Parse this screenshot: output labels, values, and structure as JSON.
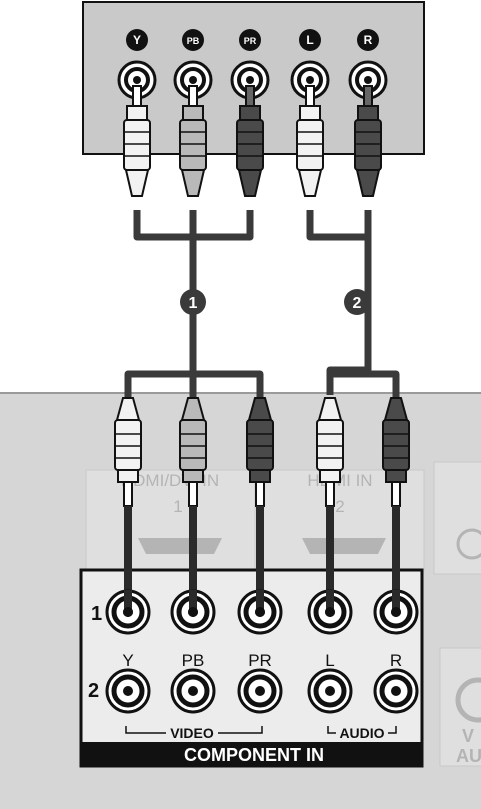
{
  "source_panel": {
    "jacks": [
      {
        "label": "Y",
        "plug_color": "#f2f2f2"
      },
      {
        "label": "PB",
        "plug_color": "#b9b9b9"
      },
      {
        "label": "PR",
        "plug_color": "#4a4a4a"
      },
      {
        "label": "L",
        "plug_color": "#f2f2f2"
      },
      {
        "label": "R",
        "plug_color": "#4a4a4a"
      }
    ]
  },
  "cable_markers": [
    "1",
    "2"
  ],
  "tv_panel": {
    "hdmi_labels": [
      "HDMI/DVI IN",
      "HDMI IN"
    ],
    "hdmi_numbers": [
      "1",
      "2"
    ],
    "row_numbers": [
      "1",
      "2"
    ],
    "jack_labels": [
      "Y",
      "PB",
      "PR",
      "L",
      "R"
    ],
    "group_labels": {
      "video": "VIDEO",
      "audio": "AUDIO"
    },
    "section_title": "COMPONENT IN",
    "side_label": "V\nAU"
  },
  "colors": {
    "panel_gray": "#c9c9c9",
    "tv_gray": "#d6d6d6",
    "cable": "#3a3a3a",
    "black": "#111111"
  }
}
